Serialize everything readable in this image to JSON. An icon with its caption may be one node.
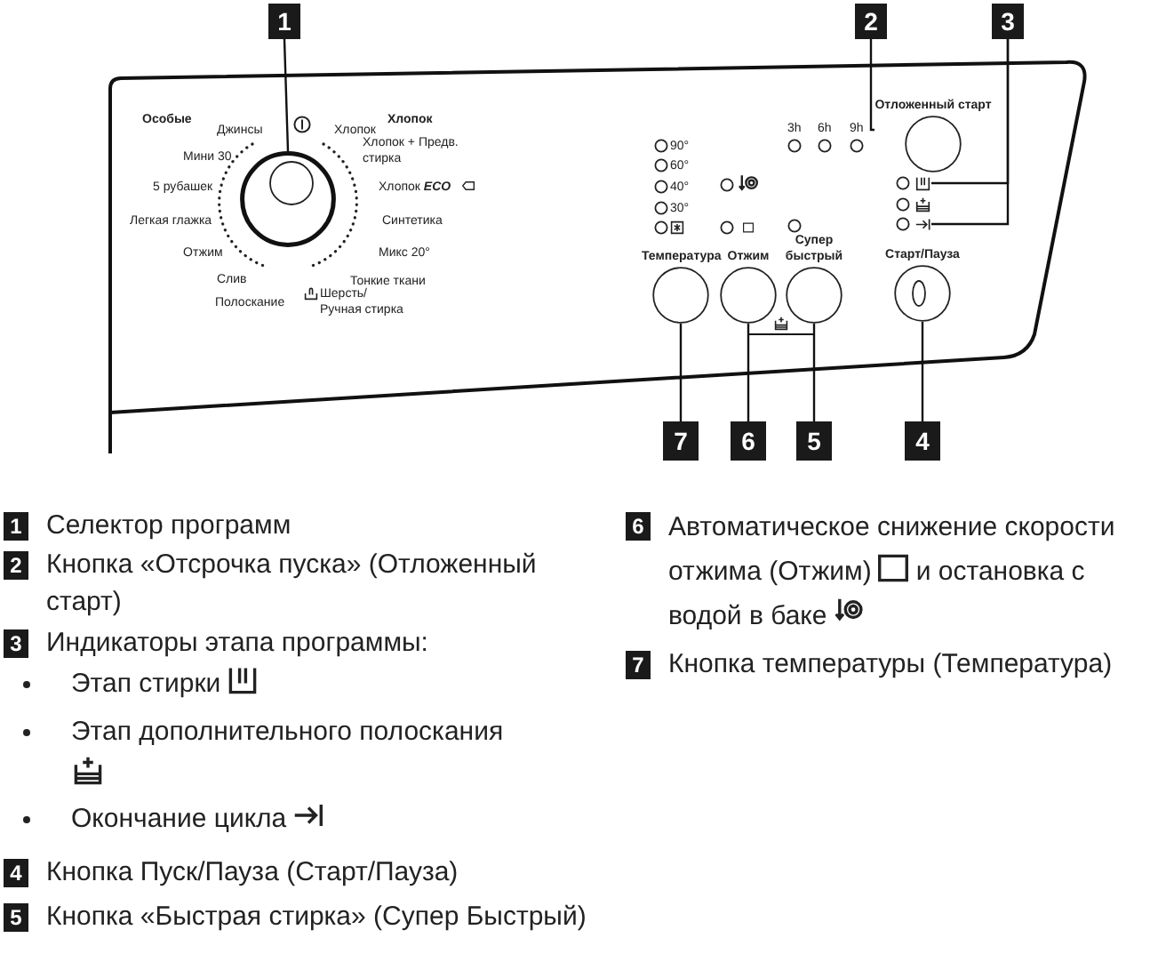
{
  "diagram": {
    "nodes": [
      {
        "text": [
          "1"
        ]
      },
      {
        "text": [
          "2"
        ]
      },
      {
        "text": [
          "3"
        ]
      },
      {
        "text": [],
        "shape": "circle"
      },
      {
        "text": [
          "Отложенный старт"
        ]
      },
      {
        "text": [],
        "shape": "circle"
      },
      {
        "text": [],
        "shape": "circle"
      },
      {
        "text": [],
        "shape": "circle"
      },
      {
        "text": [
          "Температура"
        ]
      },
      {
        "text": [
          "Отжим"
        ]
      },
      {
        "text": [
          "Супер быстрый"
        ]
      },
      {
        "text": [
          "Старт/Пауза"
        ]
      },
      {
        "text": [
          "7"
        ]
      },
      {
        "text": [
          "6"
        ]
      },
      {
        "text": [
          "5"
        ]
      },
      {
        "text": [
          "4"
        ]
      }
    ],
    "edges": [
      {
        "from": 0,
        "to": 3,
        "arrow": "none"
      },
      {
        "from": 1,
        "to": 4,
        "arrow": "none"
      },
      {
        "from": 2,
        "to": 5,
        "arrow": "none"
      },
      {
        "from": 2,
        "to": 7,
        "arrow": "none"
      },
      {
        "from": 9,
        "to": 10,
        "arrow": "none"
      },
      {
        "from": 12,
        "to": 8,
        "arrow": "none"
      },
      {
        "from": 13,
        "to": 9,
        "arrow": "none"
      },
      {
        "from": 14,
        "to": 10,
        "arrow": "none"
      },
      {
        "from": 15,
        "to": 11,
        "arrow": "none"
      }
    ],
    "labels": [
      "Особые",
      "Хлопок",
      "Джинсы",
      "Хлопок",
      "Мини 30",
      "Хлопок + Предв. стирка",
      "5 рубашек",
      "Хлопок **ECO**",
      "Легкая глажка",
      "Синтетика",
      "Отжим",
      "Микс 20°",
      "Слив",
      "Тонкие ткани",
      "Полоскание",
      "Шерсть/ Ручная стирка",
      "90°",
      "60°",
      "40°",
      "30°",
      "3h",
      "6h",
      "9h",
      "1",
      "Селектор программ",
      "2",
      "Кнопка «Отсрочка пуска» (Отложенный старт)",
      "3",
      "Индикаторы этапа программы:",
      "Этап стирки",
      "Этап дополнительного полоскания",
      "Окончание цикла",
      "4",
      "Кнопка Пуск/Пауза (Старт/Пауза)",
      "5",
      "Кнопка «Быстрая стирка» (Супер Быстрый)",
      "6",
      "Автоматическое снижение скорости отжима (Отжим)",
      "и остановка с водой в баке",
      "7",
      "Кнопка температуры (Температура)"
    ]
  }
}
